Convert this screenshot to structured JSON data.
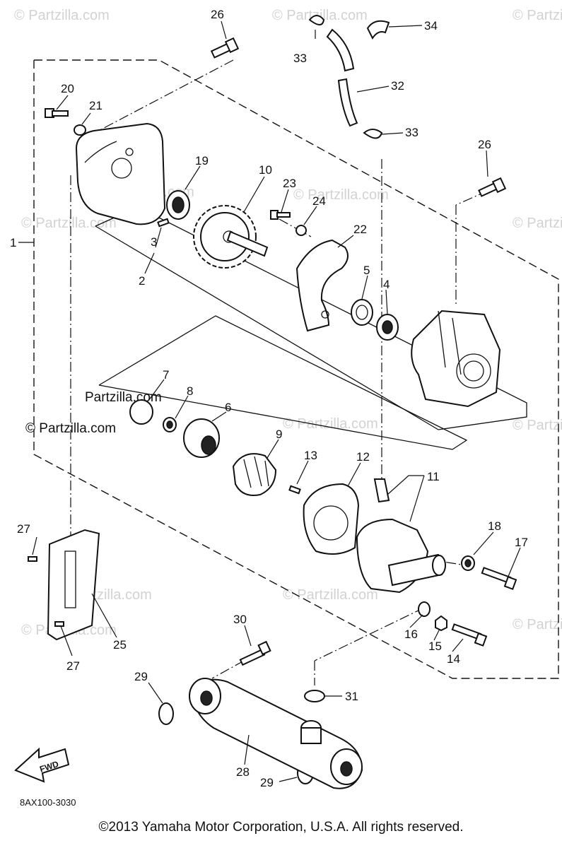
{
  "watermark": {
    "text": "© Partzilla.com",
    "color": "#d2d2d2"
  },
  "fwd_label": "FWD",
  "diagram_code": "8AX100-3030",
  "copyright": "©2013 Yamaha Motor Corporation, U.S.A. All rights reserved.",
  "callouts": {
    "c1": "1",
    "c2": "2",
    "c3": "3",
    "c4": "4",
    "c5": "5",
    "c6": "6",
    "c7": "7",
    "c8": "8",
    "c9": "9",
    "c10": "10",
    "c11": "11",
    "c12": "12",
    "c13": "13",
    "c14": "14",
    "c15": "15",
    "c16": "16",
    "c17": "17",
    "c18": "18",
    "c19": "19",
    "c20": "20",
    "c21": "21",
    "c22": "22",
    "c23": "23",
    "c24": "24",
    "c25": "25",
    "c26a": "26",
    "c26b": "26",
    "c27a": "27",
    "c27b": "27",
    "c28": "28",
    "c29a": "29",
    "c29b": "29",
    "c30": "30",
    "c31": "31",
    "c32": "32",
    "c33a": "33",
    "c33b": "33",
    "c34": "34"
  }
}
